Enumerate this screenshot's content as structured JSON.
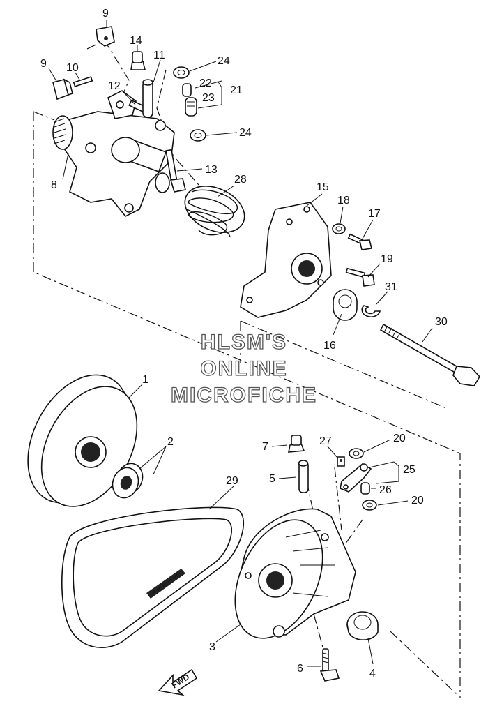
{
  "watermark": {
    "line1": "HLSM'S",
    "line2": "ONLINE",
    "line3": "MICROFICHE"
  },
  "fwd_label": "FWD",
  "callouts": {
    "p1": "1",
    "p2": "2",
    "p3": "3",
    "p4": "4",
    "p5": "5",
    "p6": "6",
    "p7": "7",
    "p8": "8",
    "p9a": "9",
    "p9b": "9",
    "p10": "10",
    "p11": "11",
    "p12": "12",
    "p13": "13",
    "p14": "14",
    "p15": "15",
    "p16": "16",
    "p17": "17",
    "p18": "18",
    "p19": "19",
    "p20a": "20",
    "p20b": "20",
    "p21": "21",
    "p22": "22",
    "p23": "23",
    "p24a": "24",
    "p24b": "24",
    "p25": "25",
    "p26": "26",
    "p27": "27",
    "p28": "28",
    "p29": "29",
    "p30": "30",
    "p31": "31"
  }
}
